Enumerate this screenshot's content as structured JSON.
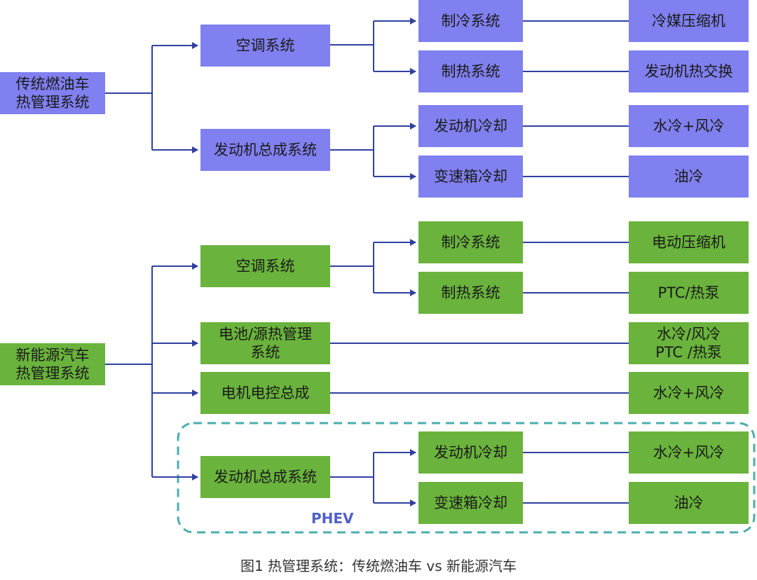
{
  "colors": {
    "ice": "#8080f0",
    "nev": "#6ab33c",
    "line": "#3040a0",
    "phev_border": "#4aaeae",
    "phev_label": "#5060c8"
  },
  "ice": {
    "root": "传统燃油车\n热管理系统",
    "ac": {
      "label": "空调系统",
      "cooling": "制冷系统",
      "cooling_tech": "冷媒压缩机",
      "heating": "制热系统",
      "heating_tech": "发动机热交换"
    },
    "engine": {
      "label": "发动机总成系统",
      "engine_cooling": "发动机冷却",
      "engine_cooling_tech": "水冷+风冷",
      "gearbox_cooling": "变速箱冷却",
      "gearbox_cooling_tech": "油冷"
    }
  },
  "nev": {
    "root": "新能源汽车\n热管理系统",
    "ac": {
      "label": "空调系统",
      "cooling": "制冷系统",
      "cooling_tech": "电动压缩机",
      "heating": "制热系统",
      "heating_tech": "PTC/热泵"
    },
    "battery": {
      "label": "电池/源热管理\n系统",
      "tech": "水冷/风冷\nPTC /热泵"
    },
    "motor": {
      "label": "电机电控总成",
      "tech": "水冷+风冷"
    },
    "engine": {
      "label": "发动机总成系统",
      "engine_cooling": "发动机冷却",
      "engine_cooling_tech": "水冷+风冷",
      "gearbox_cooling": "变速箱冷却",
      "gearbox_cooling_tech": "油冷"
    }
  },
  "phev_label": "PHEV",
  "caption": "图1  热管理系统：传统燃油车 vs 新能源汽车"
}
